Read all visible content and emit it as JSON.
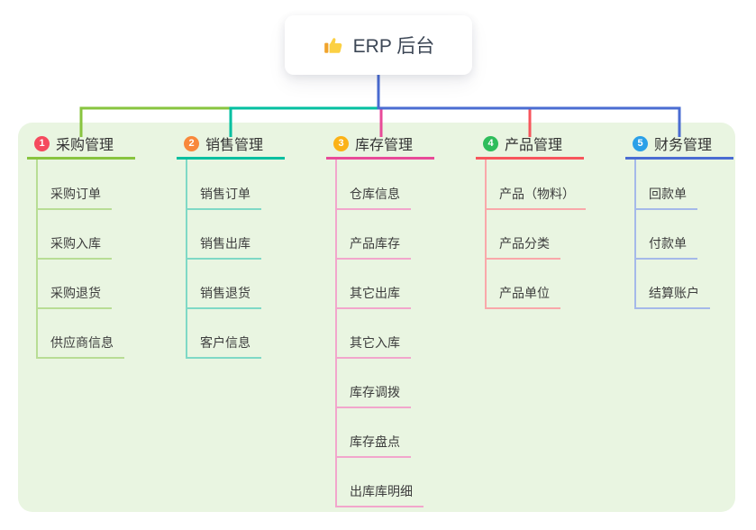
{
  "root": {
    "label": "ERP 后台",
    "icon": "thumbs-up-icon"
  },
  "branches": [
    {
      "num": "1",
      "label": "采购管理",
      "children": [
        "采购订单",
        "采购入库",
        "采购退货",
        "供应商信息"
      ],
      "color": {
        "badge": "#f54a5e",
        "line": "#88c43f",
        "child_line": "#b8dd95"
      }
    },
    {
      "num": "2",
      "label": "销售管理",
      "children": [
        "销售订单",
        "销售出库",
        "销售退货",
        "客户信息"
      ],
      "color": {
        "badge": "#f8883b",
        "line": "#00bfa0",
        "child_line": "#7fd9c6"
      }
    },
    {
      "num": "3",
      "label": "库存管理",
      "children": [
        "仓库信息",
        "产品库存",
        "其它出库",
        "其它入库",
        "库存调拨",
        "库存盘点",
        "出库库明细"
      ],
      "color": {
        "badge": "#fbb216",
        "line": "#e84a98",
        "child_line": "#f2a6cc"
      }
    },
    {
      "num": "4",
      "label": "产品管理",
      "children": [
        "产品（物料）",
        "产品分类",
        "产品单位"
      ],
      "color": {
        "badge": "#2ebd5b",
        "line": "#f7555c",
        "child_line": "#f9a8aa"
      }
    },
    {
      "num": "5",
      "label": "财务管理",
      "children": [
        "回款单",
        "付款单",
        "结算账户"
      ],
      "color": {
        "badge": "#2aa0e8",
        "line": "#4a6cd2",
        "child_line": "#a5b9e9"
      }
    }
  ],
  "canvas": {
    "background": "#ffffff",
    "panel_background": "#e9f5e1",
    "root_text_color": "#3d4756",
    "root_connector": "#4a6cd2"
  }
}
